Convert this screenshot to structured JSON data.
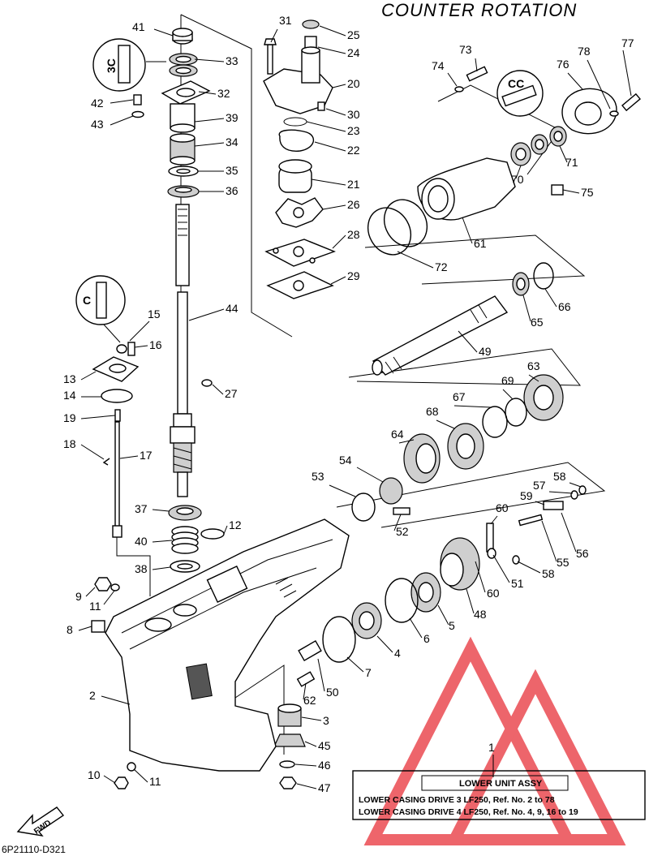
{
  "title": "COUNTER ROTATION",
  "drawing_code": "6P21110-D321",
  "fwd_label": "FWD",
  "assy_box": {
    "ref_number": "1",
    "heading": "LOWER UNIT ASSY",
    "rows": [
      "LOWER CASING DRIVE 3 LF250,   Ref. No. 2 to 78",
      "LOWER CASING DRIVE 4 LF250,   Ref. No. 4, 9, 16 to 19"
    ]
  },
  "colors": {
    "watermark": "#e8323a",
    "ink": "#000000"
  },
  "callouts": [
    {
      "label": "41"
    },
    {
      "label": "33"
    },
    {
      "label": "32"
    },
    {
      "label": "42"
    },
    {
      "label": "43"
    },
    {
      "label": "39"
    },
    {
      "label": "34"
    },
    {
      "label": "35"
    },
    {
      "label": "36"
    },
    {
      "label": "44"
    },
    {
      "label": "15"
    },
    {
      "label": "16"
    },
    {
      "label": "13"
    },
    {
      "label": "14"
    },
    {
      "label": "19"
    },
    {
      "label": "18"
    },
    {
      "label": "17"
    },
    {
      "label": "27"
    },
    {
      "label": "37"
    },
    {
      "label": "40"
    },
    {
      "label": "38"
    },
    {
      "label": "12"
    },
    {
      "label": "9"
    },
    {
      "label": "11"
    },
    {
      "label": "8"
    },
    {
      "label": "2"
    },
    {
      "label": "10"
    },
    {
      "label": "11"
    },
    {
      "label": "31"
    },
    {
      "label": "25"
    },
    {
      "label": "24"
    },
    {
      "label": "20"
    },
    {
      "label": "30"
    },
    {
      "label": "23"
    },
    {
      "label": "22"
    },
    {
      "label": "21"
    },
    {
      "label": "26"
    },
    {
      "label": "28"
    },
    {
      "label": "29"
    },
    {
      "label": "73"
    },
    {
      "label": "74"
    },
    {
      "label": "77"
    },
    {
      "label": "76"
    },
    {
      "label": "78"
    },
    {
      "label": "71"
    },
    {
      "label": "70"
    },
    {
      "label": "75"
    },
    {
      "label": "61"
    },
    {
      "label": "72"
    },
    {
      "label": "66"
    },
    {
      "label": "65"
    },
    {
      "label": "49"
    },
    {
      "label": "63"
    },
    {
      "label": "69"
    },
    {
      "label": "67"
    },
    {
      "label": "68"
    },
    {
      "label": "64"
    },
    {
      "label": "54"
    },
    {
      "label": "53"
    },
    {
      "label": "52"
    },
    {
      "label": "58"
    },
    {
      "label": "57"
    },
    {
      "label": "59"
    },
    {
      "label": "60"
    },
    {
      "label": "56"
    },
    {
      "label": "55"
    },
    {
      "label": "58"
    },
    {
      "label": "51"
    },
    {
      "label": "60"
    },
    {
      "label": "48"
    },
    {
      "label": "5"
    },
    {
      "label": "6"
    },
    {
      "label": "4"
    },
    {
      "label": "7"
    },
    {
      "label": "50"
    },
    {
      "label": "62"
    },
    {
      "label": "3"
    },
    {
      "label": "45"
    },
    {
      "label": "46"
    },
    {
      "label": "47"
    }
  ]
}
